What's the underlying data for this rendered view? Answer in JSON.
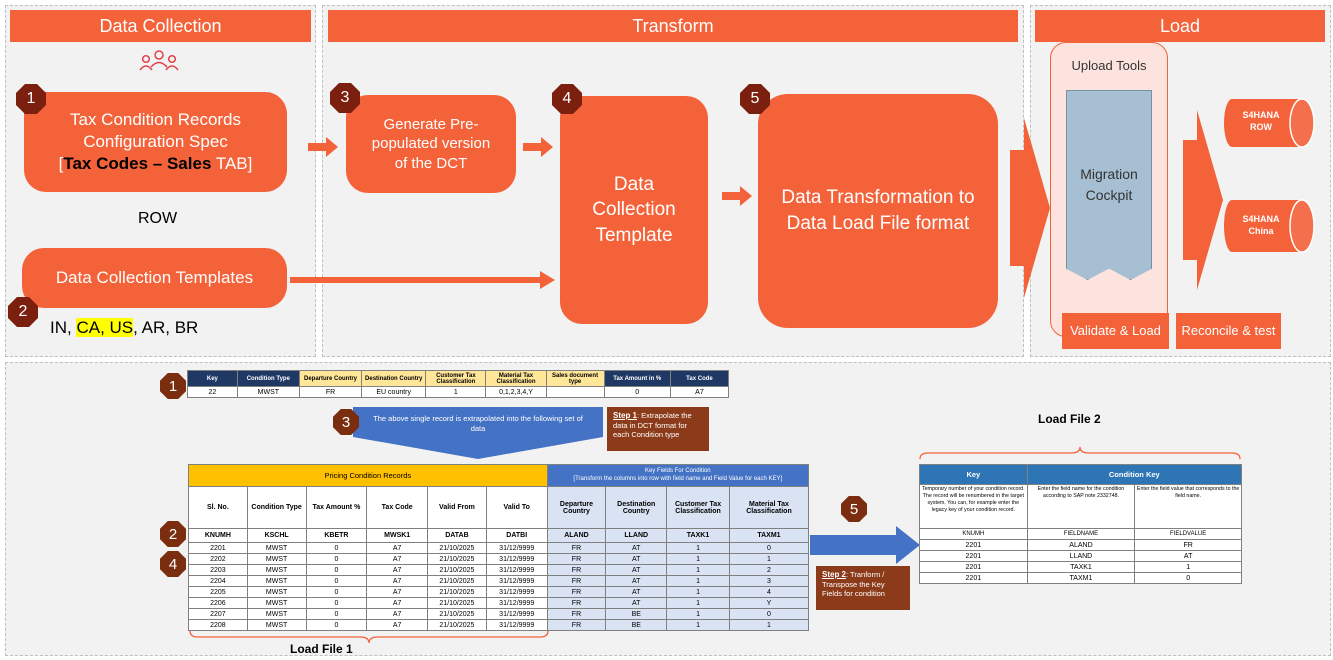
{
  "panels": {
    "collection_title": "Data Collection",
    "transform_title": "Transform",
    "load_title": "Load"
  },
  "icons": {
    "users": "users-icon"
  },
  "steps": {
    "s1": {
      "num": "1",
      "line1": "Tax Condition Records",
      "line2": "Configuration Spec",
      "line3_pre": "[",
      "line3_bold": "Tax Codes – Sales",
      "line3_post": " TAB]"
    },
    "row_label": "ROW",
    "s2": {
      "num": "2",
      "label": "Data Collection Templates"
    },
    "countries": {
      "a": "IN, ",
      "b": "CA, US",
      "c": ", AR, BR"
    },
    "s3": {
      "num": "3",
      "label": "Generate Pre-populated version of the DCT"
    },
    "s4": {
      "num": "4",
      "label": "Data Collection Template"
    },
    "s5": {
      "num": "5",
      "label": "Data Transformation to Data Load File format"
    }
  },
  "load": {
    "upload_tools": "Upload Tools",
    "migration": "Migration Cockpit",
    "db1": "S4HANA ROW",
    "db2": "S4HANA China",
    "validate": "Validate & Load",
    "reconcile": "Reconcile & test"
  },
  "top_table": {
    "headers": [
      "Key",
      "Condition Type",
      "Departure Country",
      "Destination Country",
      "Customer Tax Classification",
      "Material Tax Classification",
      "Sales document type",
      "Tax Amount in %",
      "Tax Code"
    ],
    "row": [
      "22",
      "MWST",
      "FR",
      "EU country",
      "1",
      "0,1,2,3,4,Y",
      "",
      "0",
      "A7"
    ]
  },
  "detail": {
    "n1": "1",
    "n2": "2",
    "n3": "3",
    "n4": "4",
    "n5": "5",
    "callout": "The above single record is extrapolated into the following set of data",
    "step1_title": "Step 1",
    "step1_text": ": Extrapolate the data in DCT format for each Condition type",
    "step2_title": "Step 2",
    "step2_text": ": Tranform / Transpose the Key Fields for condition",
    "load_file1": "Load File 1",
    "load_file2": "Load File 2"
  },
  "pricing_table": {
    "group_left": "Pricing Condition Records",
    "group_right_1": "Key Fields For Condition",
    "group_right_2": "[Transform the columns into row with field name and Field Value for each KEY]",
    "headers": [
      "Sl. No.",
      "Condition Type",
      "Tax Amount %",
      "Tax Code",
      "Valid From",
      "Valid To",
      "Departure Country",
      "Destination Country",
      "Customer Tax Classification",
      "Material Tax Classification"
    ],
    "tech": [
      "KNUMH",
      "KSCHL",
      "KBETR",
      "MWSK1",
      "DATAB",
      "DATBI",
      "ALAND",
      "LLAND",
      "TAXK1",
      "TAXM1"
    ],
    "rows": [
      [
        "2201",
        "MWST",
        "0",
        "A7",
        "21/10/2025",
        "31/12/9999",
        "FR",
        "AT",
        "1",
        "0"
      ],
      [
        "2202",
        "MWST",
        "0",
        "A7",
        "21/10/2025",
        "31/12/9999",
        "FR",
        "AT",
        "1",
        "1"
      ],
      [
        "2203",
        "MWST",
        "0",
        "A7",
        "21/10/2025",
        "31/12/9999",
        "FR",
        "AT",
        "1",
        "2"
      ],
      [
        "2204",
        "MWST",
        "0",
        "A7",
        "21/10/2025",
        "31/12/9999",
        "FR",
        "AT",
        "1",
        "3"
      ],
      [
        "2205",
        "MWST",
        "0",
        "A7",
        "21/10/2025",
        "31/12/9999",
        "FR",
        "AT",
        "1",
        "4"
      ],
      [
        "2206",
        "MWST",
        "0",
        "A7",
        "21/10/2025",
        "31/12/9999",
        "FR",
        "AT",
        "1",
        "Y"
      ],
      [
        "2207",
        "MWST",
        "0",
        "A7",
        "21/10/2025",
        "31/12/9999",
        "FR",
        "BE",
        "1",
        "0"
      ],
      [
        "2208",
        "MWST",
        "0",
        "A7",
        "21/10/2025",
        "31/12/9999",
        "FR",
        "BE",
        "1",
        "1"
      ]
    ]
  },
  "lf2_table": {
    "h_key": "Key",
    "h_cond": "Condition Key",
    "desc": [
      "Temporary number of your condition record. The record will be renumbered in the target system. You can, for example enter the legacy key of your condition record.",
      "Enter the field name for the condition according to SAP note 2332748.",
      "Enter the field value that corresponds to the field name."
    ],
    "tech": [
      "KNUMH",
      "FIELDNAME",
      "FIELDVALUE"
    ],
    "rows": [
      [
        "2201",
        "ALAND",
        "FR"
      ],
      [
        "2201",
        "LLAND",
        "AT"
      ],
      [
        "2201",
        "TAXK1",
        "1"
      ],
      [
        "2201",
        "TAXM1",
        "0"
      ]
    ]
  }
}
